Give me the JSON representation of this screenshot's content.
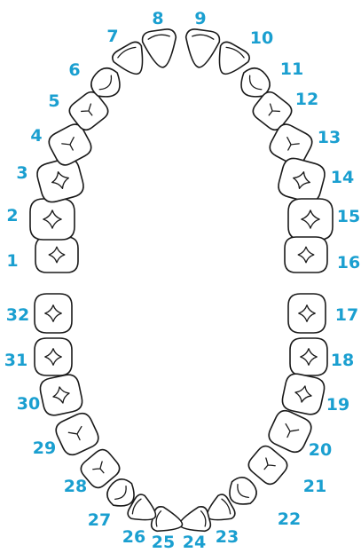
{
  "label_color": "#1a9fd0",
  "outline_color": "#1a1a1a",
  "upper_arch": [
    {
      "number": "1",
      "type": "molar",
      "icon": "molar-cusp-icon"
    },
    {
      "number": "2",
      "type": "molar",
      "icon": "molar-cusp-icon"
    },
    {
      "number": "3",
      "type": "molar",
      "icon": "molar-cusp-icon"
    },
    {
      "number": "4",
      "type": "premolar",
      "icon": "premolar-cusp-icon"
    },
    {
      "number": "5",
      "type": "premolar",
      "icon": "premolar-cusp-icon"
    },
    {
      "number": "6",
      "type": "canine",
      "icon": "canine-icon"
    },
    {
      "number": "7",
      "type": "incisor",
      "icon": "incisor-icon"
    },
    {
      "number": "8",
      "type": "incisor",
      "icon": "incisor-icon"
    },
    {
      "number": "9",
      "type": "incisor",
      "icon": "incisor-icon"
    },
    {
      "number": "10",
      "type": "incisor",
      "icon": "incisor-icon"
    },
    {
      "number": "11",
      "type": "canine",
      "icon": "canine-icon"
    },
    {
      "number": "12",
      "type": "premolar",
      "icon": "premolar-cusp-icon"
    },
    {
      "number": "13",
      "type": "premolar",
      "icon": "premolar-cusp-icon"
    },
    {
      "number": "14",
      "type": "molar",
      "icon": "molar-cusp-icon"
    },
    {
      "number": "15",
      "type": "molar",
      "icon": "molar-cusp-icon"
    },
    {
      "number": "16",
      "type": "molar",
      "icon": "molar-cusp-icon"
    }
  ],
  "lower_arch": [
    {
      "number": "17",
      "type": "molar",
      "icon": "molar-cusp-icon"
    },
    {
      "number": "18",
      "type": "molar",
      "icon": "molar-cusp-icon"
    },
    {
      "number": "19",
      "type": "molar",
      "icon": "molar-cusp-icon"
    },
    {
      "number": "20",
      "type": "premolar",
      "icon": "premolar-cusp-icon"
    },
    {
      "number": "21",
      "type": "premolar",
      "icon": "premolar-cusp-icon"
    },
    {
      "number": "22",
      "type": "canine",
      "icon": "canine-icon"
    },
    {
      "number": "23",
      "type": "incisor",
      "icon": "incisor-icon"
    },
    {
      "number": "24",
      "type": "incisor",
      "icon": "incisor-icon"
    },
    {
      "number": "25",
      "type": "incisor",
      "icon": "incisor-icon"
    },
    {
      "number": "26",
      "type": "incisor",
      "icon": "incisor-icon"
    },
    {
      "number": "27",
      "type": "canine",
      "icon": "canine-icon"
    },
    {
      "number": "28",
      "type": "premolar",
      "icon": "premolar-cusp-icon"
    },
    {
      "number": "29",
      "type": "premolar",
      "icon": "premolar-cusp-icon"
    },
    {
      "number": "30",
      "type": "molar",
      "icon": "molar-cusp-icon"
    },
    {
      "number": "31",
      "type": "molar",
      "icon": "molar-cusp-icon"
    },
    {
      "number": "32",
      "type": "molar",
      "icon": "molar-cusp-icon"
    }
  ]
}
